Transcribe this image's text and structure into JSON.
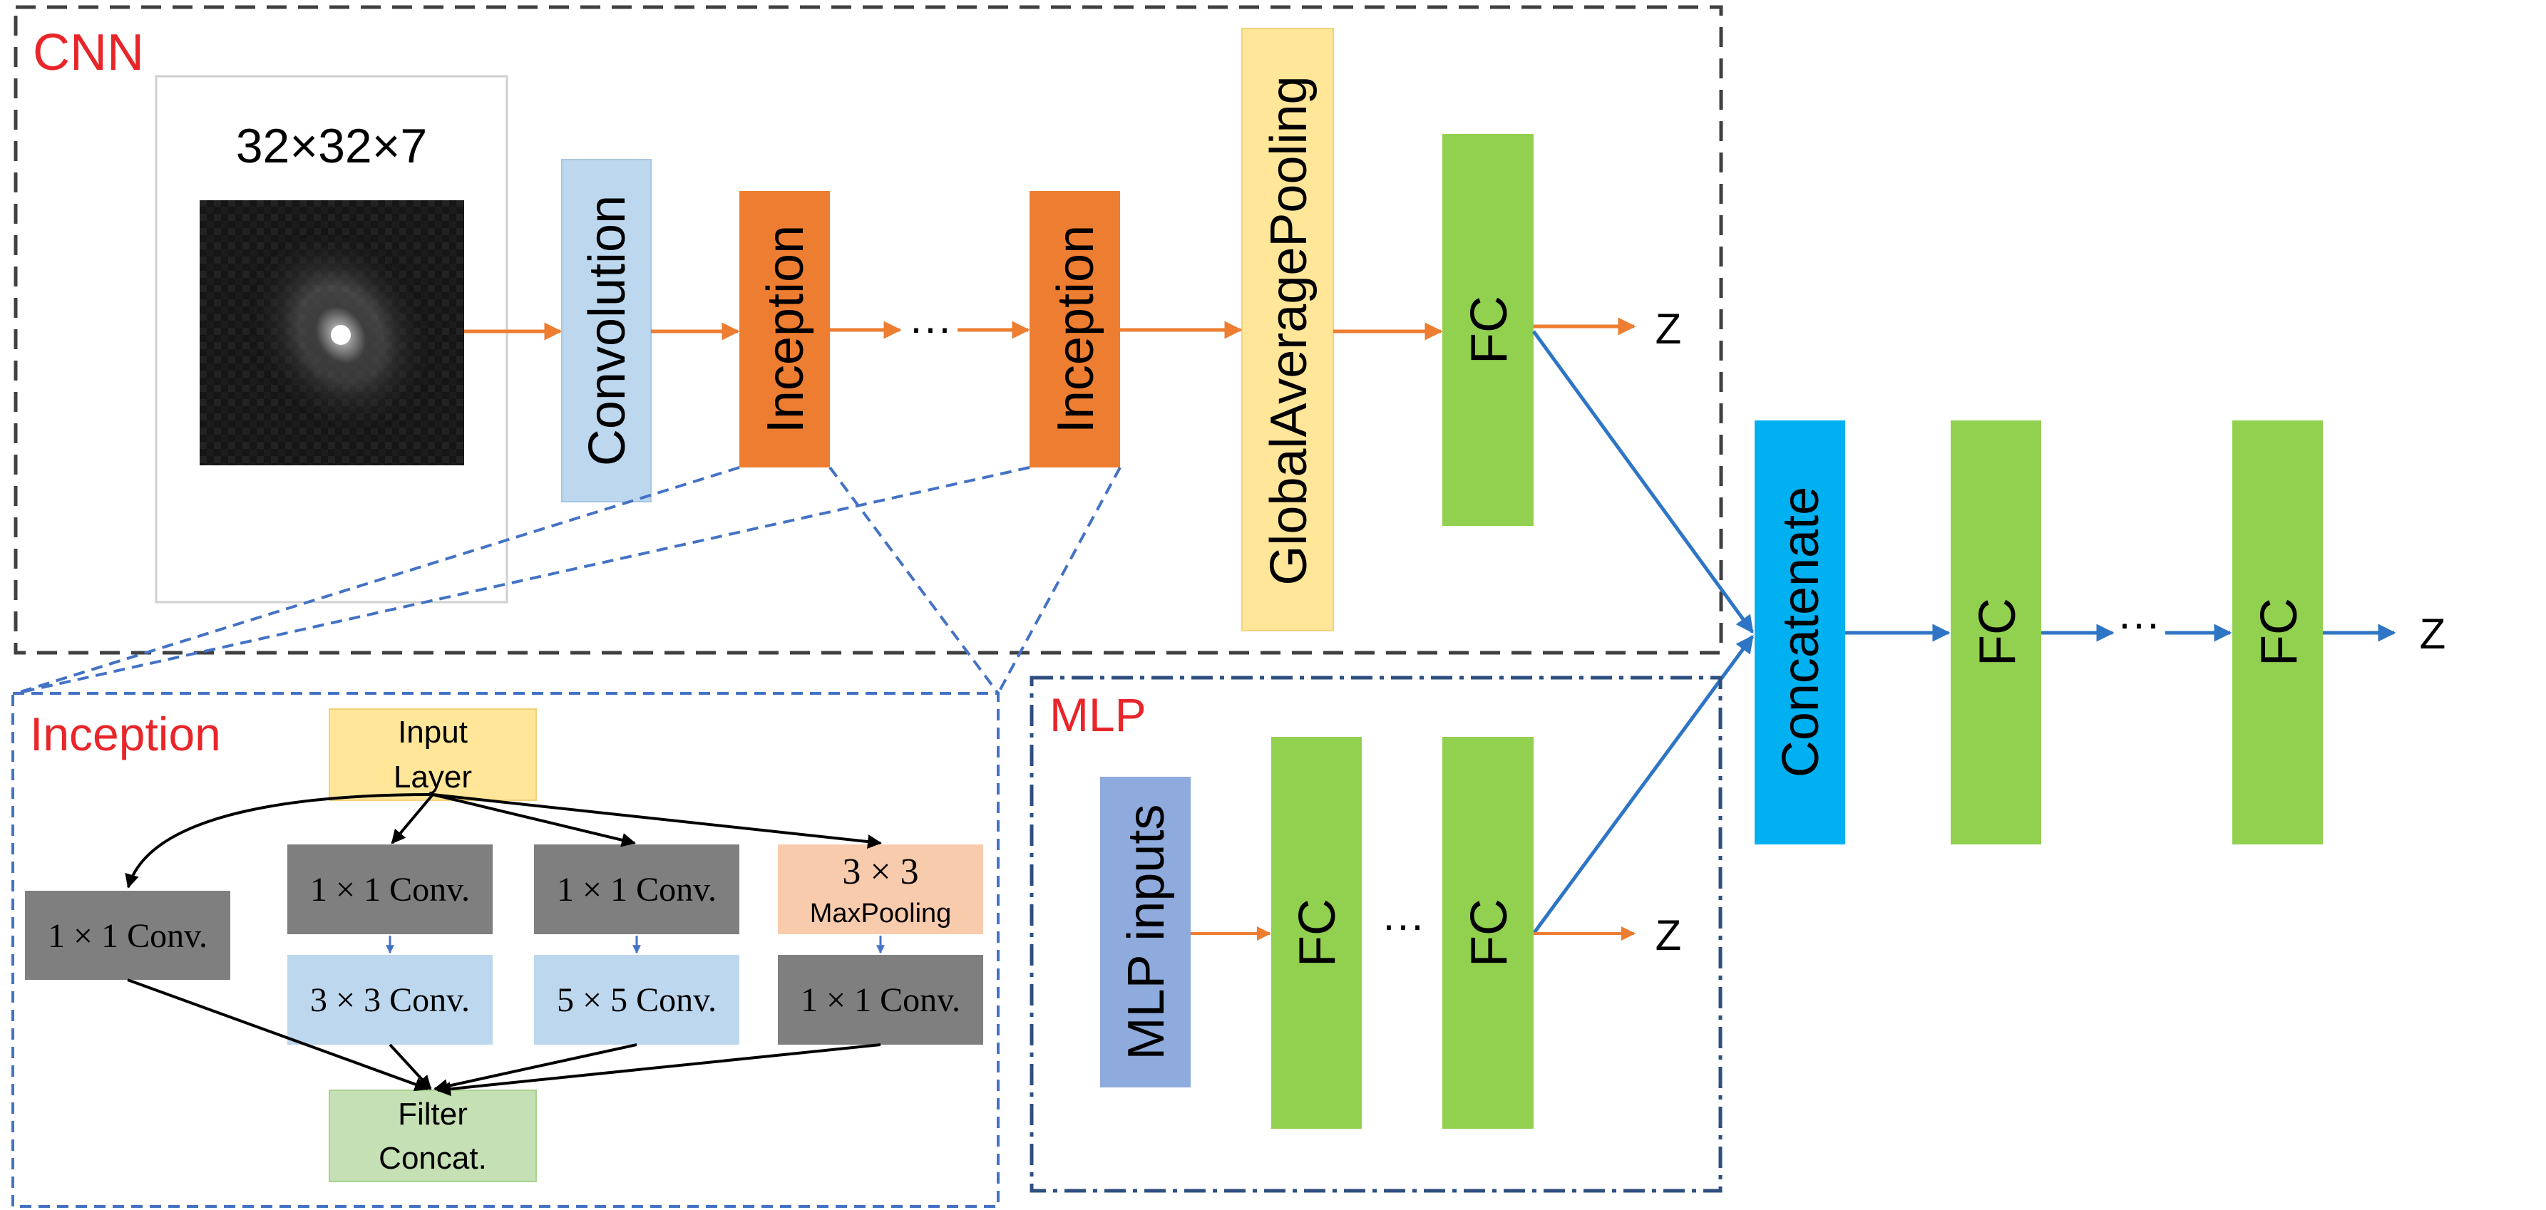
{
  "cnn": {
    "title": "CNN",
    "input_shape": "32×32×7",
    "input_image": "grayscale input image",
    "convolution": "Convolution",
    "inception_first": "Inception",
    "ellipsis": "···",
    "inception_last": "Inception",
    "gap": "GlobalAveragePooling",
    "fc": "FC",
    "output": "Z"
  },
  "inception": {
    "title": "Inception",
    "input_layer": [
      "Input",
      "Layer"
    ],
    "branch1_conv": "1 × 1 Conv.",
    "branch2_top": "1 × 1 Conv.",
    "branch2_bottom": "3 × 3 Conv.",
    "branch3_top": "1 × 1 Conv.",
    "branch3_bottom": "5 × 5 Conv.",
    "branch4_top": [
      "3 × 3",
      "MaxPooling"
    ],
    "branch4_bottom": "1 × 1 Conv.",
    "concat": [
      "Filter",
      "Concat."
    ]
  },
  "mlp": {
    "title": "MLP",
    "inputs": "MLP inputs",
    "fc_first": "FC",
    "ellipsis": "···",
    "fc_last": "FC",
    "output": "Z"
  },
  "head": {
    "concatenate": "Concatenate",
    "fc_first": "FC",
    "ellipsis": "···",
    "fc_last": "FC",
    "output": "Z"
  },
  "colors": {
    "red_title": "#e8262a",
    "orange_block": "#ed7d31",
    "orange_arrow": "#ed7d31",
    "blue_arrow": "#2e75c5",
    "green_fc": "#92d050",
    "cyan_concat": "#00b0f0",
    "light_blue": "#bdd7ee",
    "yellow": "#ffe699",
    "purple_blue": "#8faadc",
    "gray_conv": "#7f7f7f",
    "peach": "#f8cbad",
    "light_green": "#c5e0b4"
  }
}
